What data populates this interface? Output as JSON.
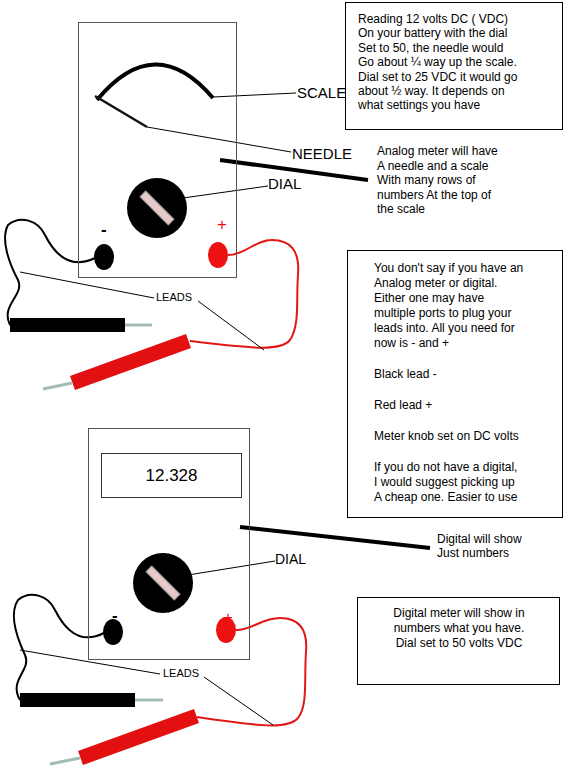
{
  "diagram": {
    "nodes": [
      {
        "text": [
          "Reading 12 volts DC ( VDC) On your battery with the dial Set to 50, the needle would Go about ¼ way up the scale. Dial set to 25 VDC it would go about ½ way. It depends on what settings you have"
        ]
      },
      {
        "text": [
          "-",
          "+"
        ]
      },
      {
        "text": [
          "You don't say if you have an Analog meter or digital. Either one may have multiple ports to plug your leads into. All you need for now is - and +",
          "Black lead -",
          "Red lead +",
          "Meter knob set on DC volts",
          "If you do not have a digital, I would suggest picking up A cheap one. Easier to use"
        ]
      },
      {
        "text": [
          "-",
          "+"
        ]
      },
      {
        "text": [
          "12.328"
        ],
        "in": 3
      },
      {
        "text": [
          "Digital meter will show in numbers what you have. Dial set to 50 volts VDC"
        ]
      }
    ],
    "labels": [
      "SCALE",
      "NEEDLE",
      "DIAL",
      "Analog meter will have A needle and a scale With many rows of numbers At the top of the scale",
      "LEADS",
      "Digital will show Just numbers",
      "DIAL",
      "LEADS"
    ]
  }
}
